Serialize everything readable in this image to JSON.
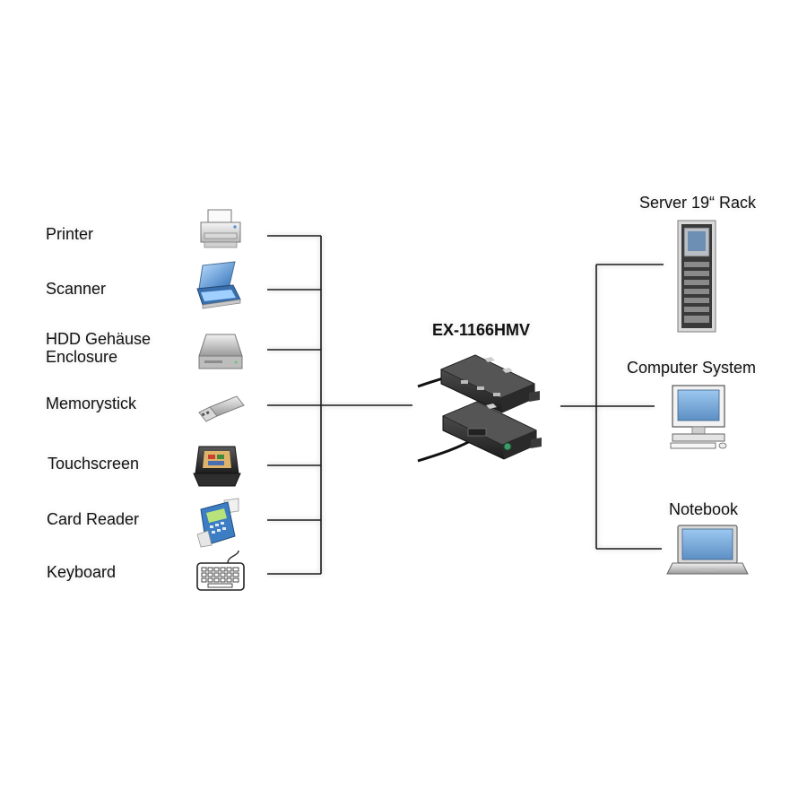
{
  "hub": {
    "model": "EX-1166HMV"
  },
  "peripherals": [
    {
      "label": "Printer",
      "icon": "printer-icon"
    },
    {
      "label": "Scanner",
      "icon": "scanner-icon"
    },
    {
      "label_lines": [
        "HDD Gehäuse",
        "Enclosure"
      ],
      "icon": "hdd-enclosure-icon"
    },
    {
      "label": "Memorystick",
      "icon": "usb-memorystick-icon"
    },
    {
      "label": "Touchscreen",
      "icon": "touchscreen-pos-icon"
    },
    {
      "label": "Card Reader",
      "icon": "card-reader-icon"
    },
    {
      "label": "Keyboard",
      "icon": "keyboard-icon"
    }
  ],
  "hosts": [
    {
      "label": "Server 19“ Rack",
      "icon": "server-rack-icon"
    },
    {
      "label": "Computer System",
      "icon": "desktop-computer-icon"
    },
    {
      "label": "Notebook",
      "icon": "notebook-icon"
    }
  ]
}
